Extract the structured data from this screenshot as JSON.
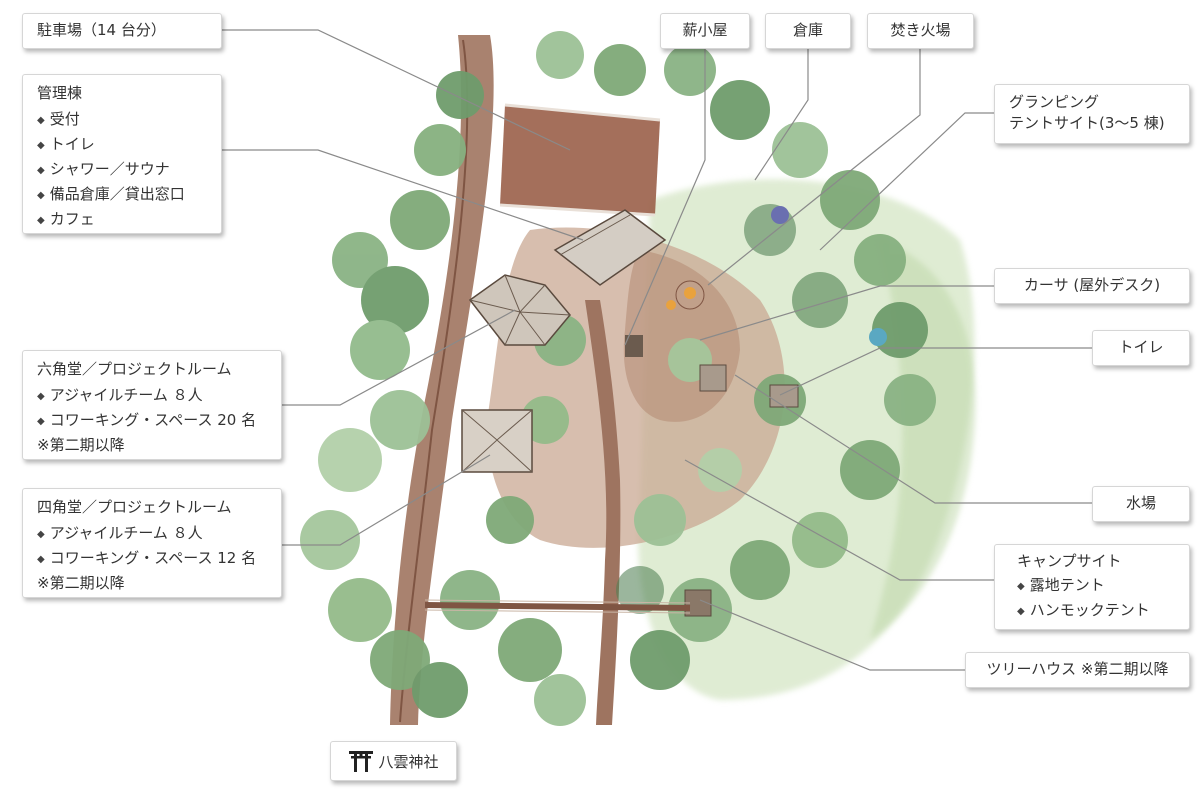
{
  "map": {
    "labels": {
      "parking": "駐車場（14 台分）",
      "admin": {
        "title": "管理棟",
        "items": [
          "受付",
          "トイレ",
          "シャワー／サウナ",
          "備品倉庫／貸出窓口",
          "カフェ"
        ]
      },
      "firewood_shed": "薪小屋",
      "storage": "倉庫",
      "campfire": "焚き火場",
      "glamping": {
        "line1": "グランピング",
        "line2": "テントサイト(3〜5 棟)"
      },
      "casa": "カーサ (屋外デスク)",
      "toilet": "トイレ",
      "water": "水場",
      "hexagon_hall": {
        "title": "六角堂／プロジェクトルーム",
        "items": [
          "アジャイルチーム ８人",
          "コワーキング・スペース 20 名"
        ],
        "note": "※第二期以降"
      },
      "square_hall": {
        "title": "四角堂／プロジェクトルーム",
        "items": [
          "アジャイルチーム ８人",
          "コワーキング・スペース 12 名"
        ],
        "note": "※第二期以降"
      },
      "camp_site": {
        "title": "キャンプサイト",
        "items": [
          "露地テント",
          "ハンモックテント"
        ]
      },
      "treehouse": "ツリーハウス ※第二期以降",
      "shrine": "八雲神社"
    },
    "icons": {
      "shrine": "torii-icon"
    },
    "colors": {
      "tree_green": "#7fa978",
      "dark_tree": "#4f7f52",
      "ground": "#a47861",
      "path": "#8b5a45",
      "leader": "#888888"
    }
  }
}
